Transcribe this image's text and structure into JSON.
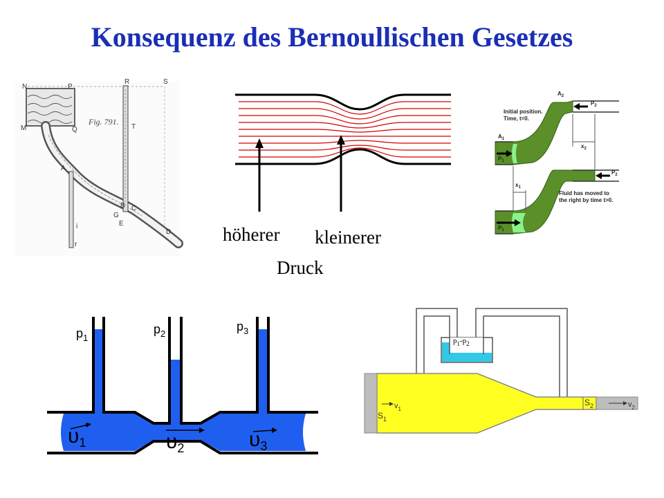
{
  "title": "Konsequenz des Bernoullischen Gesetzes",
  "labels": {
    "higher": "höherer",
    "lower": "kleinerer",
    "pressure": "Druck"
  },
  "sketch": {
    "fig": "Fig. 791.",
    "letters": [
      "N",
      "P",
      "R",
      "S",
      "M",
      "Q",
      "T",
      "A",
      "B",
      "C",
      "D",
      "E",
      "G",
      "i",
      "r"
    ]
  },
  "diagram_right": {
    "a1": "A",
    "a1_sub": "1",
    "a2": "A",
    "a2_sub": "2",
    "p1": "P",
    "p1_sub": "1",
    "p2": "P",
    "p2_sub": "2",
    "x1": "x",
    "x1_sub": "1",
    "x2": "x",
    "x2_sub": "2",
    "initial_1": "Initial position.",
    "initial_2": "Time, t=0.",
    "moved_1": "Fluid has moved to",
    "moved_2": "the right by time t>0."
  },
  "venturi": {
    "p1": "p",
    "p1_sub": "1",
    "p2": "p",
    "p2_sub": "2",
    "p3": "p",
    "p3_sub": "3",
    "v1": "υ",
    "v1_sub": "1",
    "v2": "υ",
    "v2_sub": "2",
    "v3": "υ",
    "v3_sub": "3",
    "colors": {
      "water": "#1f5ff0"
    }
  },
  "manometer": {
    "diff": "p",
    "diff_sub1": "1",
    "diff_minus": "-p",
    "diff_sub2": "2",
    "s1": "S",
    "s1_sub": "1",
    "s2": "S",
    "s2_sub": "2",
    "v1": "v",
    "v1_sub": "1",
    "v2": "v",
    "v2_sub": "2",
    "colors": {
      "fluid": "#ffff22",
      "manometer_liquid": "#33c8e8",
      "gray": "#bdbdbd"
    }
  }
}
